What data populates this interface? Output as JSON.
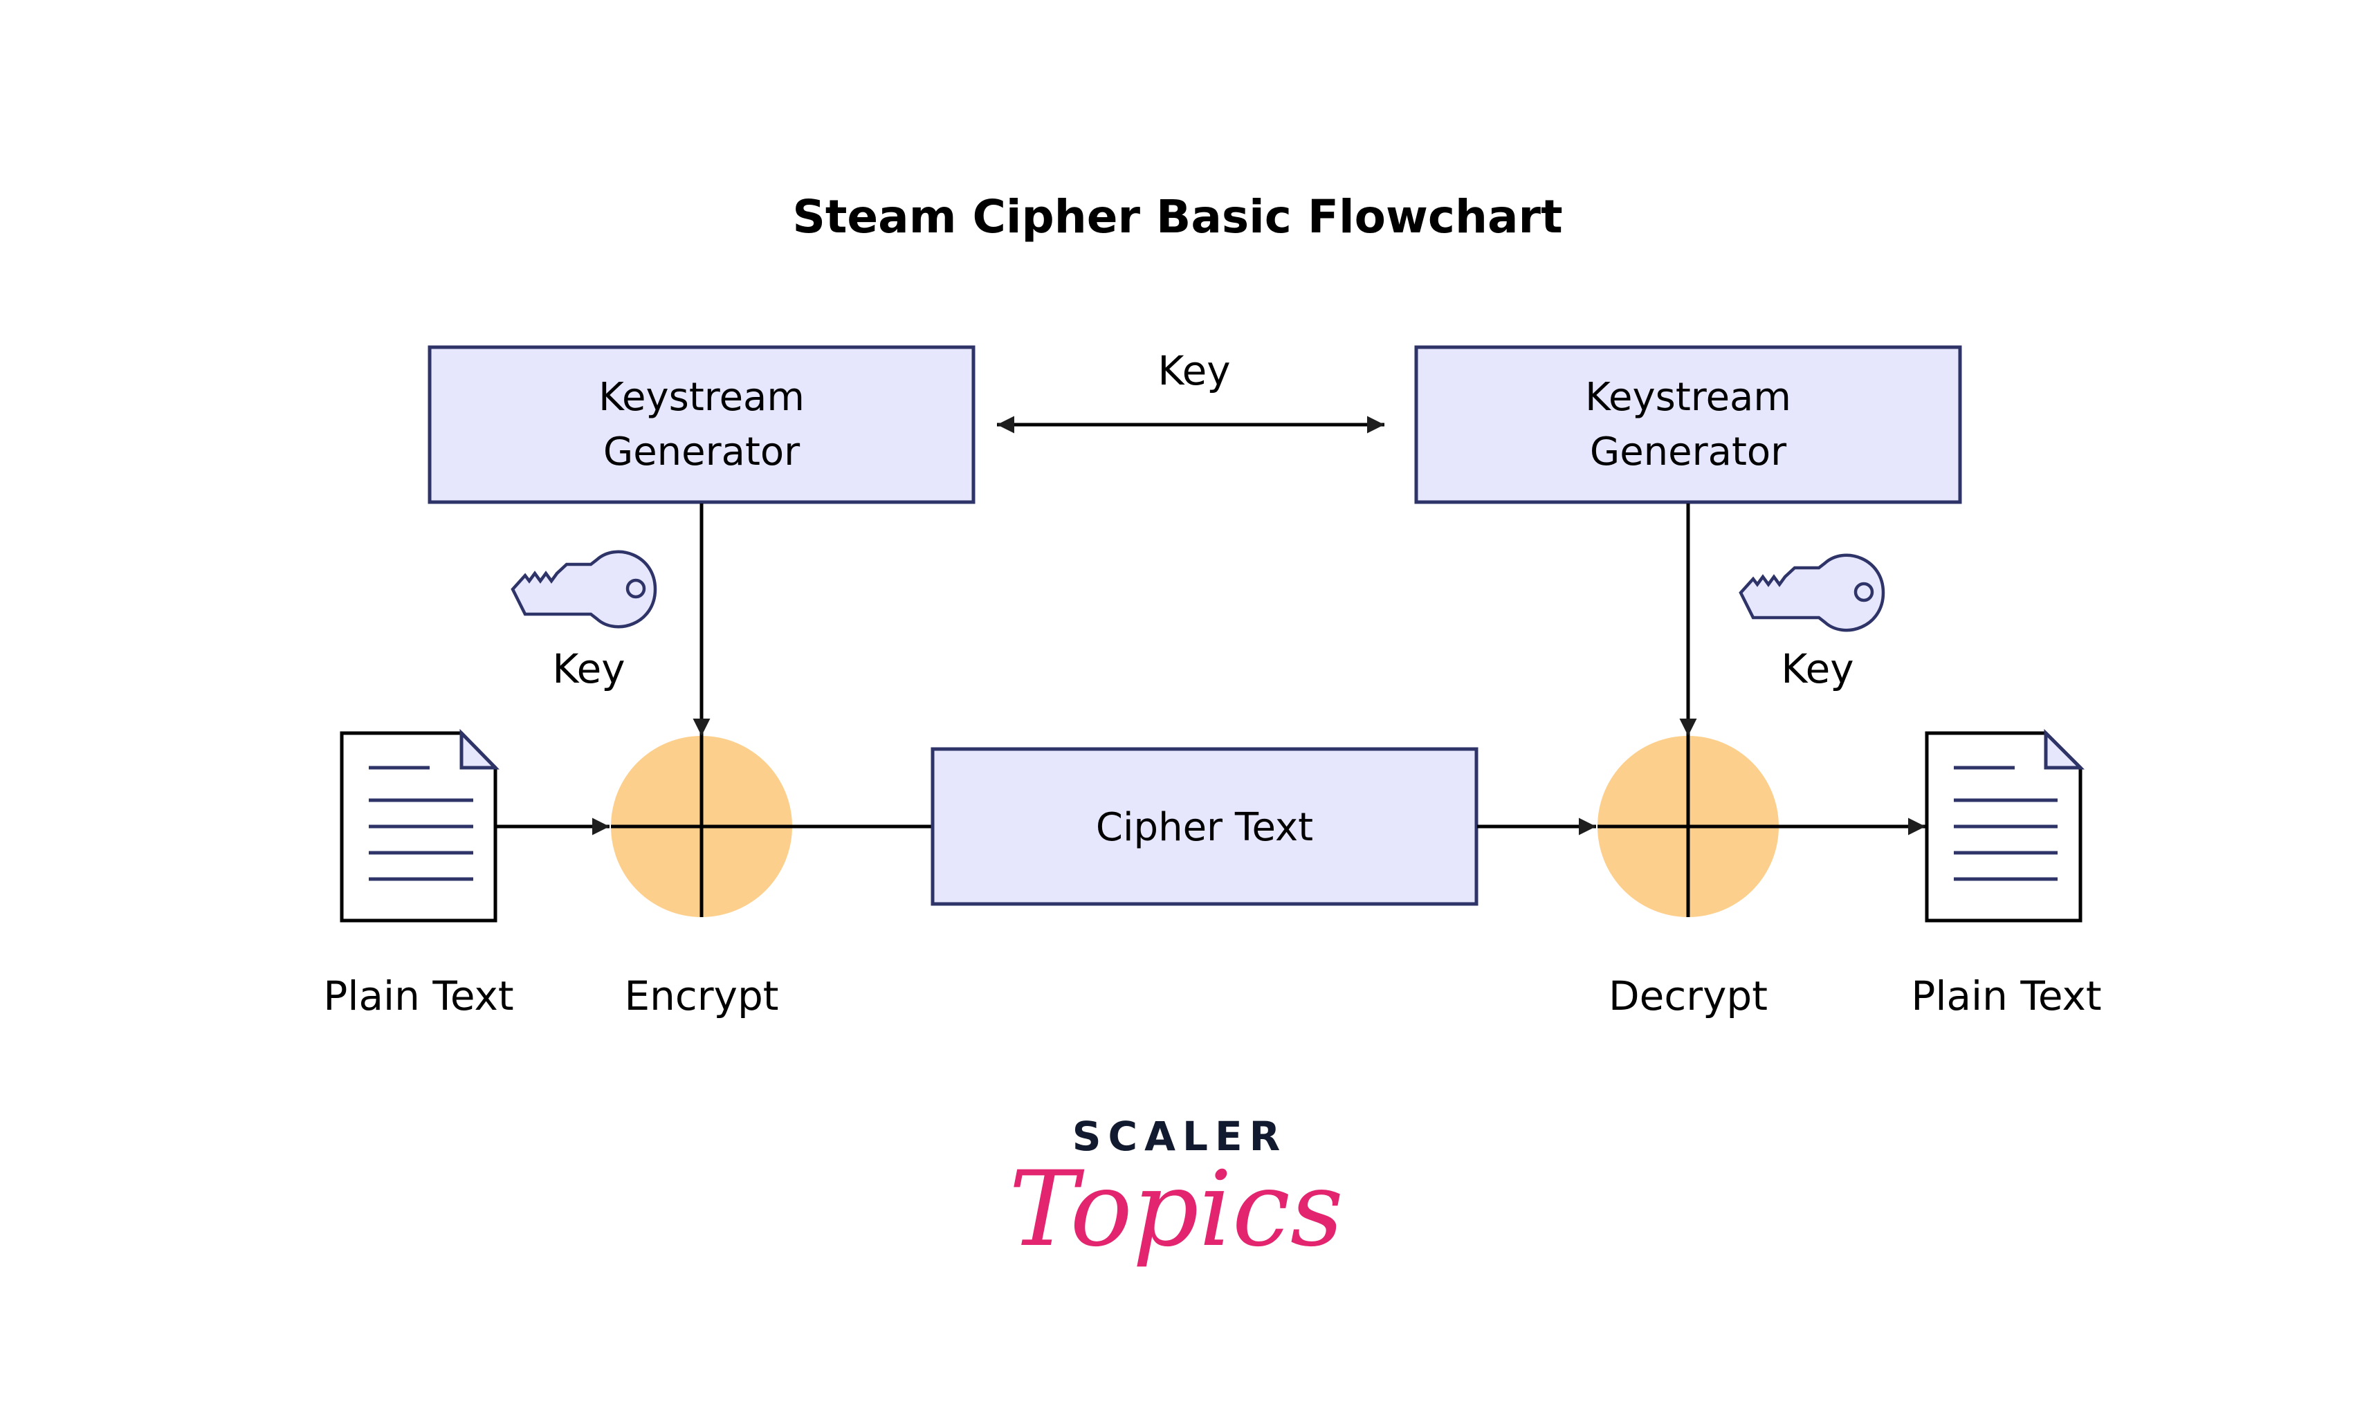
{
  "title": "Steam Cipher Basic Flowchart",
  "colors": {
    "box_fill": "#e6e6fd",
    "box_stroke": "#2e3468",
    "xor_fill": "#fdcf8c",
    "line": "#000000",
    "arrowhead": "#1e1e1e",
    "doc_lines": "#2e3468",
    "logo_dark": "#111a2e",
    "logo_pink": "#e3256f"
  },
  "nodes": {
    "left_generator": {
      "line1": "Keystream",
      "line2": "Generator"
    },
    "right_generator": {
      "line1": "Keystream",
      "line2": "Generator"
    },
    "cipher_text": {
      "label": "Cipher Text"
    },
    "encrypt": {
      "label": "Encrypt"
    },
    "decrypt": {
      "label": "Decrypt"
    },
    "plain_text_in": {
      "label": "Plain Text"
    },
    "plain_text_out": {
      "label": "Plain Text"
    }
  },
  "edge_labels": {
    "shared_key": "Key",
    "left_key": "Key",
    "right_key": "Key"
  },
  "icons": {
    "left_key": "key-icon",
    "right_key": "key-icon",
    "plain_text_in": "document-icon",
    "plain_text_out": "document-icon",
    "encrypt": "xor-circle-icon",
    "decrypt": "xor-circle-icon"
  },
  "logo": {
    "line1": "SCALER",
    "line2": "Topics"
  }
}
